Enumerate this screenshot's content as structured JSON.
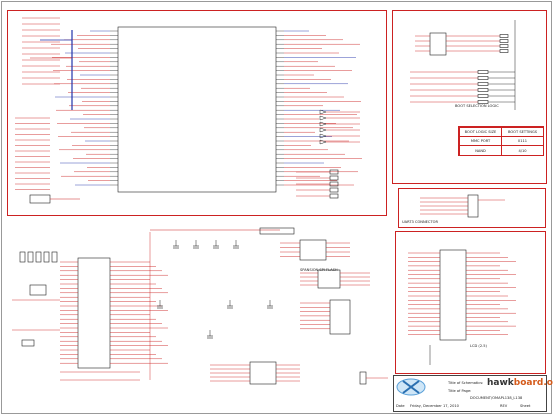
{
  "sheet": {
    "section_labels": {
      "boot_selection": "BOOT SELECTION LOGIC",
      "uart": "UART3 CONNECTOR",
      "flash": "SPANSION SPI FLASH",
      "lcd": "LCD (2.5)"
    },
    "boot_table": {
      "headers": [
        "BOOT LOGIC SIZE",
        "BOOT SETTINGS"
      ],
      "rows": [
        [
          "MMC PORT",
          "0111"
        ],
        [
          "NAND",
          "4/10"
        ]
      ]
    },
    "title_block": {
      "brand_prefix": "hawk",
      "brand_suffix": "board.org",
      "title_label": "Title of Schematics:",
      "page_label": "Title of Page:",
      "document_number": "DOCUMENT/OMAPL138_L138",
      "rev_label": "REV",
      "sheet_label": "Sheet",
      "date_label": "Date",
      "date_value": "Friday, December 17, 2010"
    },
    "colors": {
      "frame": "#cc2222",
      "wire": "#cc2222",
      "bus": "#2233aa",
      "component": "#222222",
      "brand_orange": "#d45a1a"
    }
  }
}
